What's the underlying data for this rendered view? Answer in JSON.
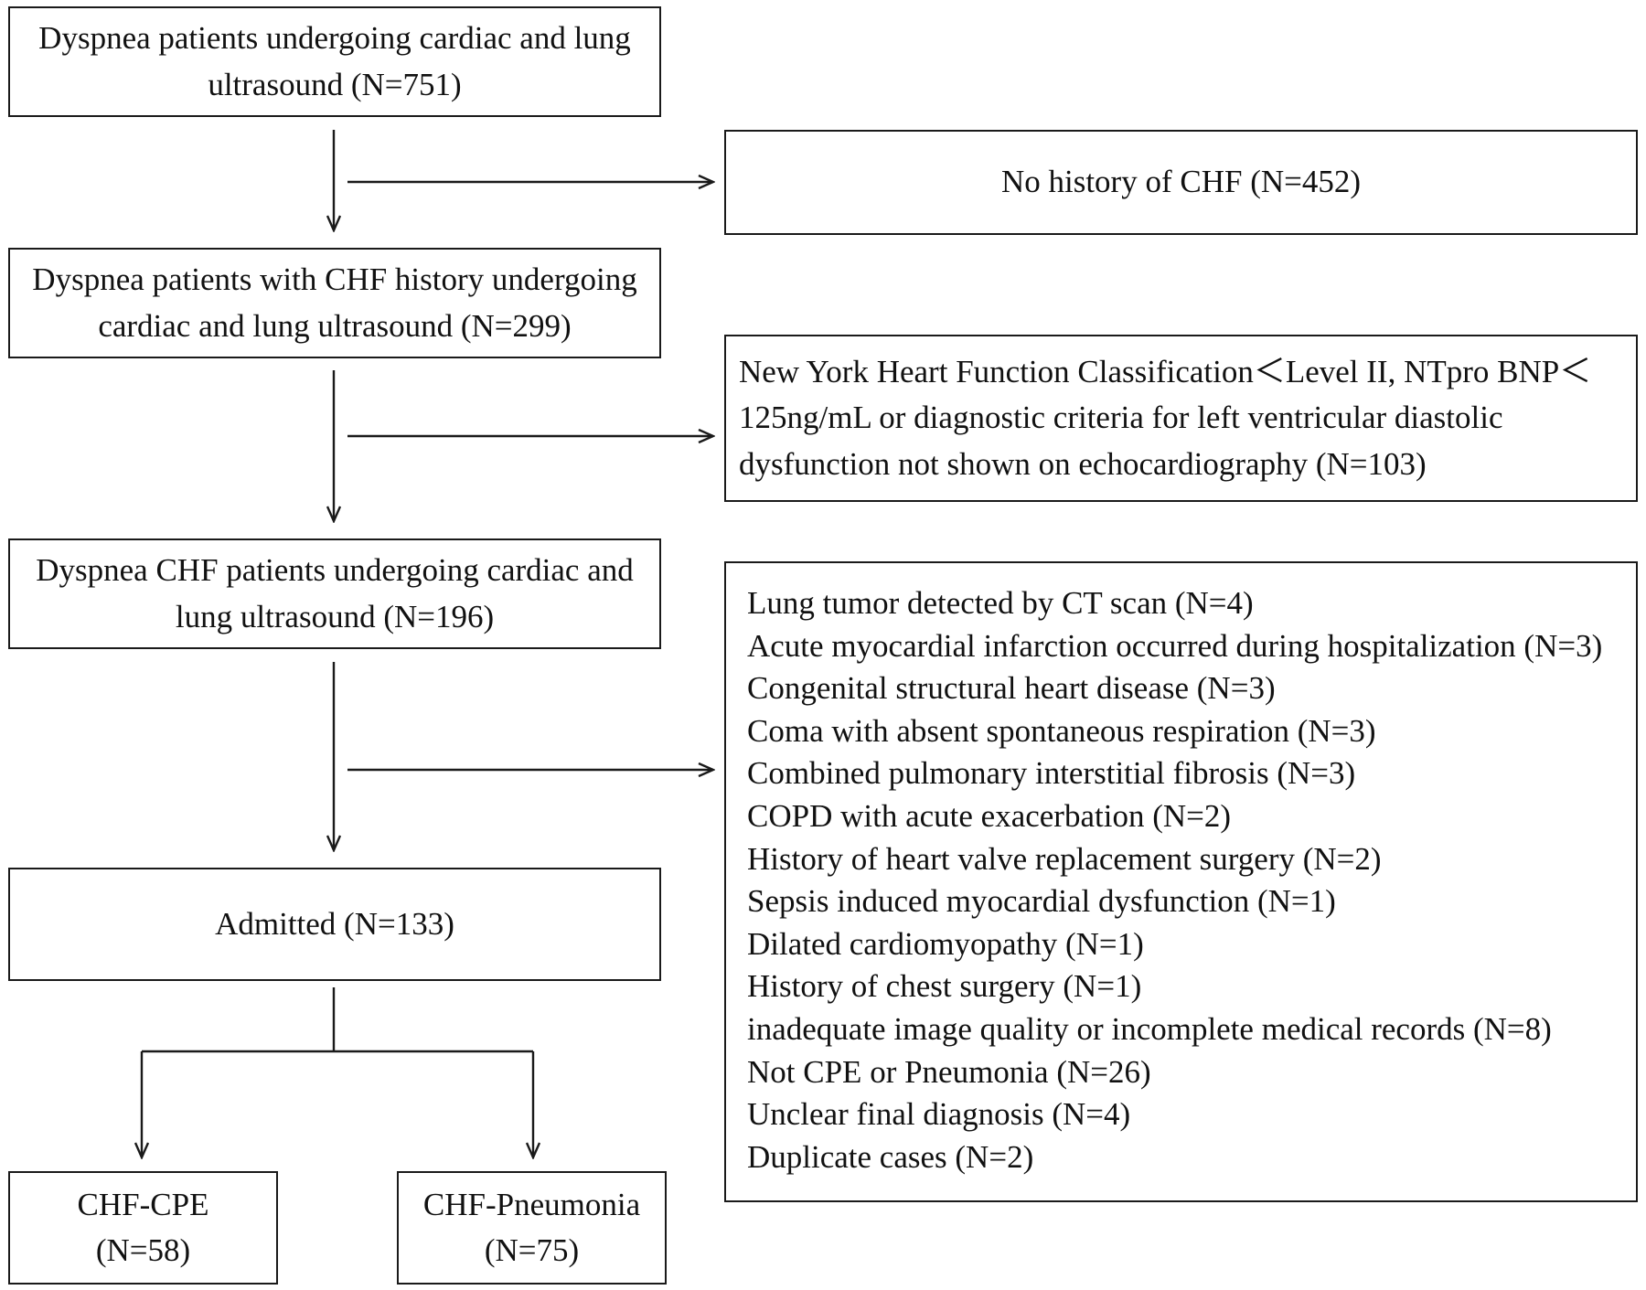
{
  "flow": {
    "step1": "Dyspnea patients undergoing cardiac and lung ultrasound (N=751)",
    "step2": "Dyspnea patients with CHF history undergoing cardiac and lung ultrasound (N=299)",
    "step3": "Dyspnea CHF patients undergoing cardiac and lung ultrasound (N=196)",
    "step4": "Admitted (N=133)"
  },
  "exclusions": {
    "excl1": "No history of CHF (N=452)",
    "excl2": "New York Heart Function Classification＜Level II, NTpro BNP＜ 125ng/mL or diagnostic criteria for left ventricular diastolic dysfunction not shown on echocardiography (N=103)",
    "excl3_items": [
      "Lung tumor detected by CT scan (N=4)",
      "Acute myocardial infarction occurred during hospitalization (N=3)",
      "Congenital structural heart disease (N=3)",
      "Coma with absent spontaneous respiration (N=3)",
      "Combined pulmonary interstitial fibrosis (N=3)",
      "COPD with acute exacerbation (N=2)",
      "History of heart valve replacement surgery (N=2)",
      "Sepsis induced myocardial dysfunction (N=1)",
      "Dilated cardiomyopathy (N=1)",
      "History of chest surgery (N=1)",
      "inadequate image quality or incomplete medical records (N=8)",
      "Not CPE or Pneumonia (N=26)",
      "Unclear final diagnosis (N=4)",
      "Duplicate cases (N=2)"
    ]
  },
  "groups": {
    "cpe_name": "CHF-CPE",
    "cpe_n": "(N=58)",
    "pneumonia_name": "CHF-Pneumonia",
    "pneumonia_n": "(N=75)"
  }
}
